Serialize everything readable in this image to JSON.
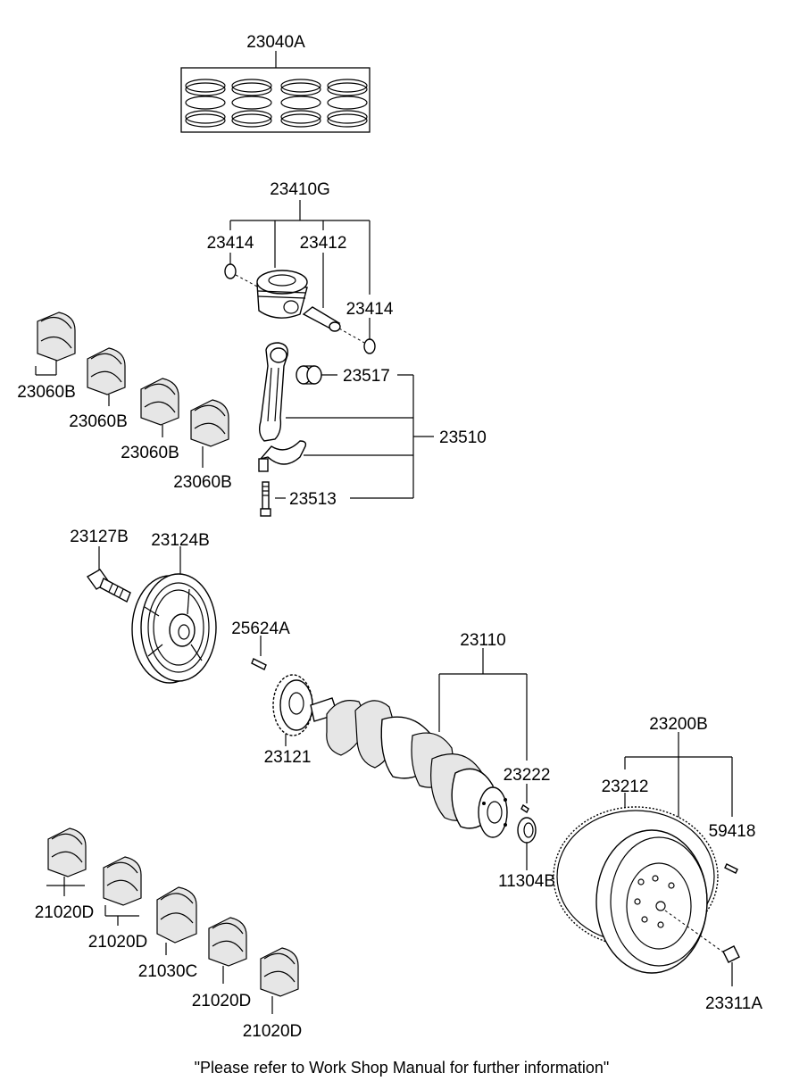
{
  "labels": {
    "ring_set": "23040A",
    "piston_assy": "23410G",
    "snap_ring_left": "23414",
    "piston_pin": "23412",
    "snap_ring_right": "23414",
    "rod_bushing": "23517",
    "conrod_assy": "23510",
    "rod_bolt": "23513",
    "rod_bearing_1": "23060B",
    "rod_bearing_2": "23060B",
    "rod_bearing_3": "23060B",
    "rod_bearing_4": "23060B",
    "pulley_bolt": "23127B",
    "damper_pulley": "23124B",
    "key": "25624A",
    "sprocket": "23121",
    "crankshaft_assy": "23110",
    "crank_pin": "23222",
    "oil_seal_bushing": "11304B",
    "flywheel_assy": "23200B",
    "ring_gear": "23212",
    "dowel_pin": "59418",
    "flywheel_bolt": "23311A",
    "main_bearing_1": "21020D",
    "main_bearing_2": "21020D",
    "main_bearing_thrust": "21030C",
    "main_bearing_4": "21020D",
    "main_bearing_5": "21020D"
  },
  "footer_note": "\"Please refer to Work Shop Manual for further information\""
}
